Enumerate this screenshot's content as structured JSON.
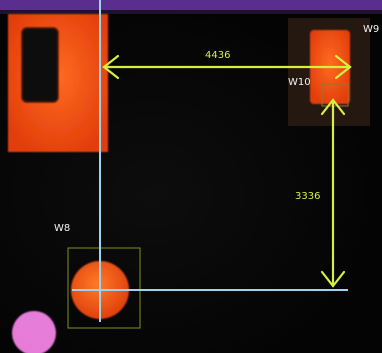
{
  "annotations": {
    "horizontal_distance": "4436",
    "vertical_distance": "3336",
    "label_w8": "W8",
    "label_w10": "W10",
    "label_w9": "W9"
  },
  "colors": {
    "measure_line": "#d7ef3e",
    "guide_line": "#9cd4ee",
    "pad": "#ff5a14",
    "pad_dark": "#c33a08",
    "top_strip": "#5a2e8e",
    "blob": "#ff8af0"
  }
}
